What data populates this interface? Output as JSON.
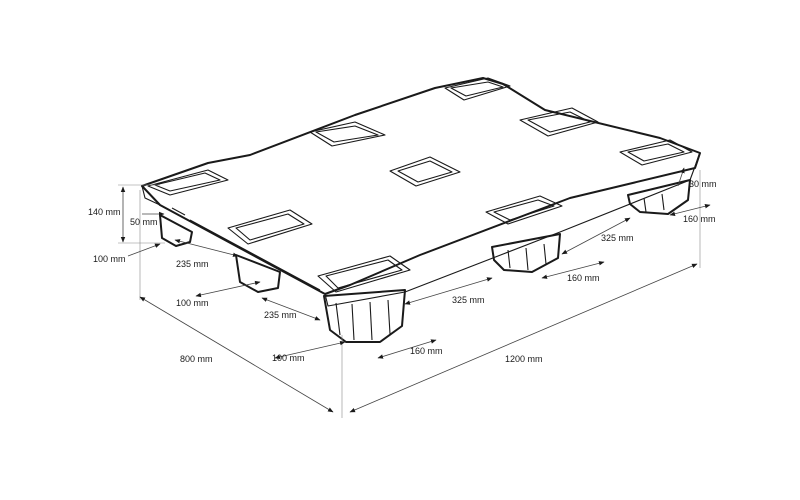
{
  "dimensions": {
    "height": "140 mm",
    "top_deck_height": "50 mm",
    "foot_front_corner": "100 mm",
    "foot_spacing_front": "235 mm",
    "foot_middle_depth": "100 mm",
    "foot_spacing_front_2": "235 mm",
    "foot_front_bottom": "100 mm",
    "width_800": "800 mm",
    "foot_width_front": "160 mm",
    "foot_spacing_side_front": "325 mm",
    "foot_width_mid": "160 mm",
    "foot_spacing_side_back": "325 mm",
    "deck_thickness": "30 mm",
    "foot_width_back": "160 mm",
    "length_1200": "1200 mm"
  },
  "colors": {
    "line": "#1a1a1a",
    "dimension": "#444444",
    "background": "#ffffff"
  }
}
